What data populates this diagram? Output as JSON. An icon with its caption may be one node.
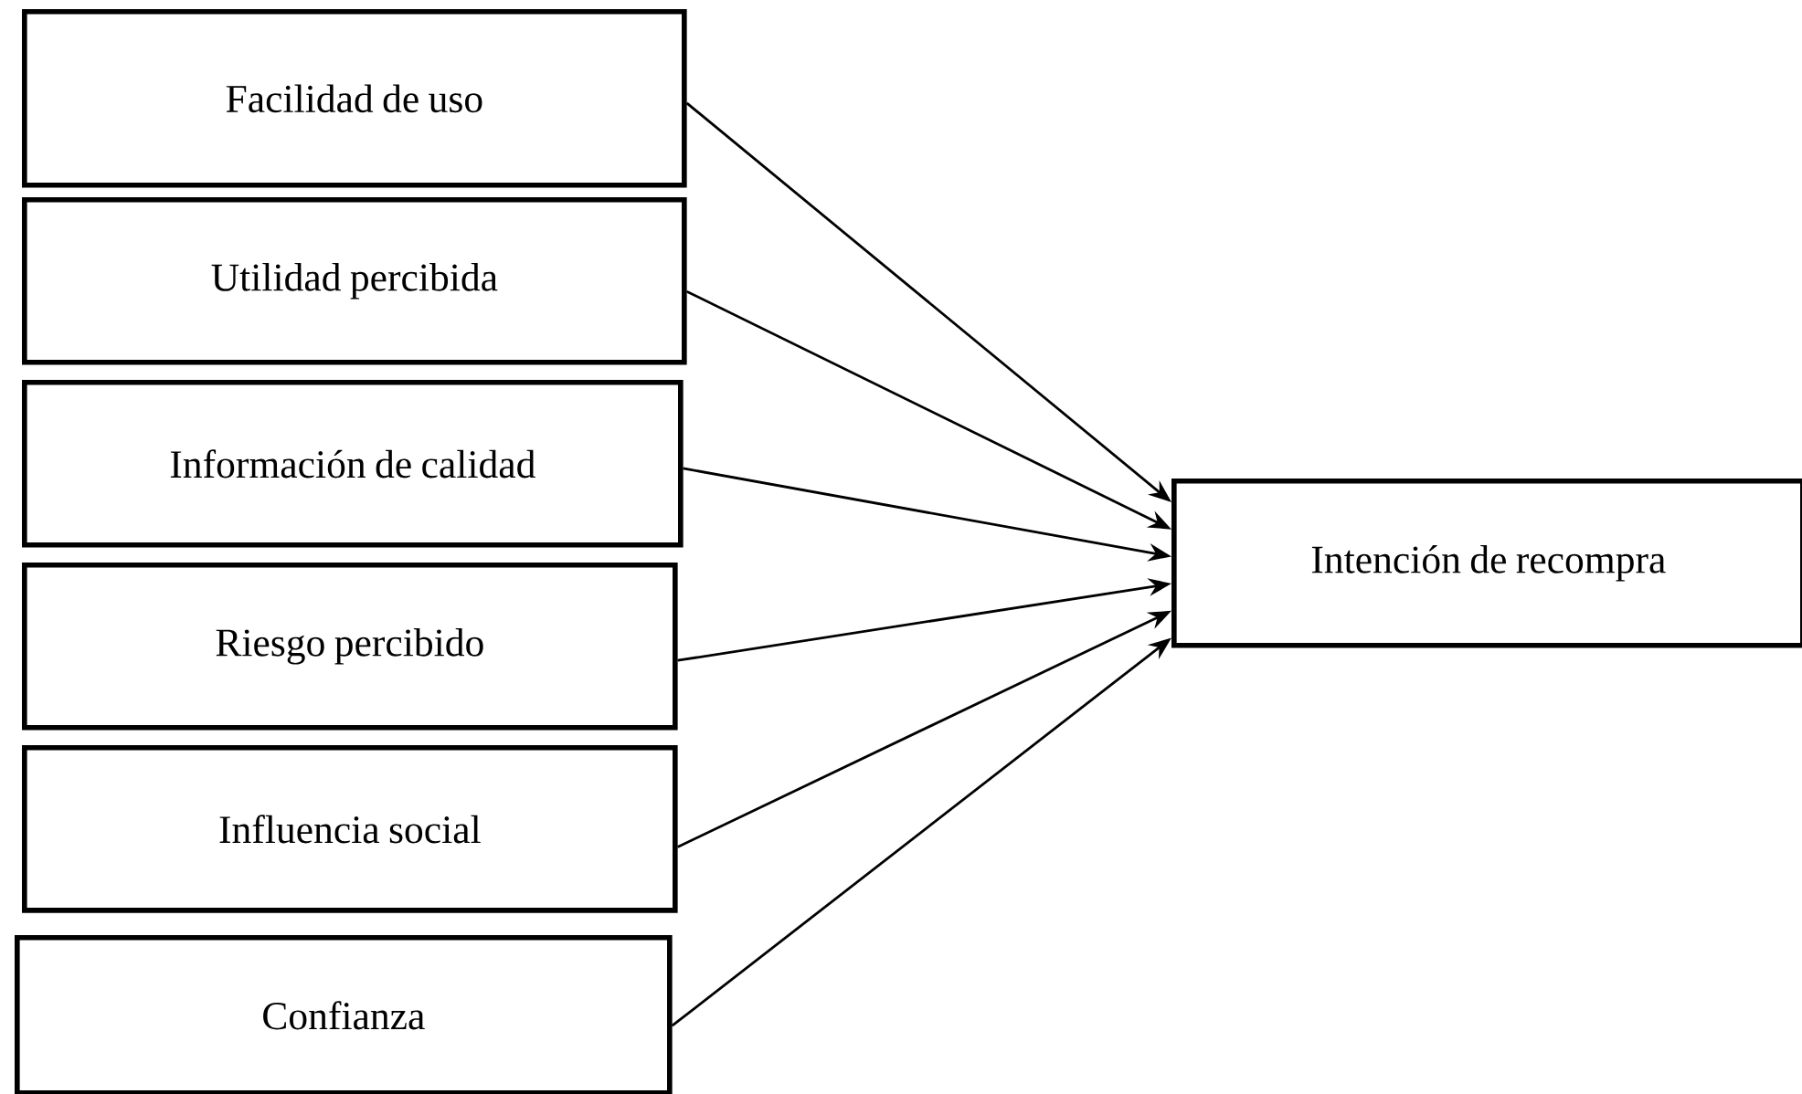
{
  "diagram": {
    "nodes": [
      {
        "text": [
          "Facilidad de uso"
        ]
      },
      {
        "text": [
          "Utilidad percibida"
        ]
      },
      {
        "text": [
          "Información de calidad"
        ]
      },
      {
        "text": [
          "Riesgo percibido"
        ]
      },
      {
        "text": [
          "Influencia social"
        ]
      },
      {
        "text": [
          "Confianza"
        ]
      },
      {
        "text": [
          "Intención de recompra"
        ]
      }
    ],
    "edges": [
      {
        "from": 0,
        "to": 6,
        "arrow": "to"
      },
      {
        "from": 1,
        "to": 6,
        "arrow": "to"
      },
      {
        "from": 2,
        "to": 6,
        "arrow": "to"
      },
      {
        "from": 3,
        "to": 6,
        "arrow": "to"
      },
      {
        "from": 4,
        "to": 6,
        "arrow": "to"
      },
      {
        "from": 5,
        "to": 6,
        "arrow": "to"
      }
    ]
  }
}
